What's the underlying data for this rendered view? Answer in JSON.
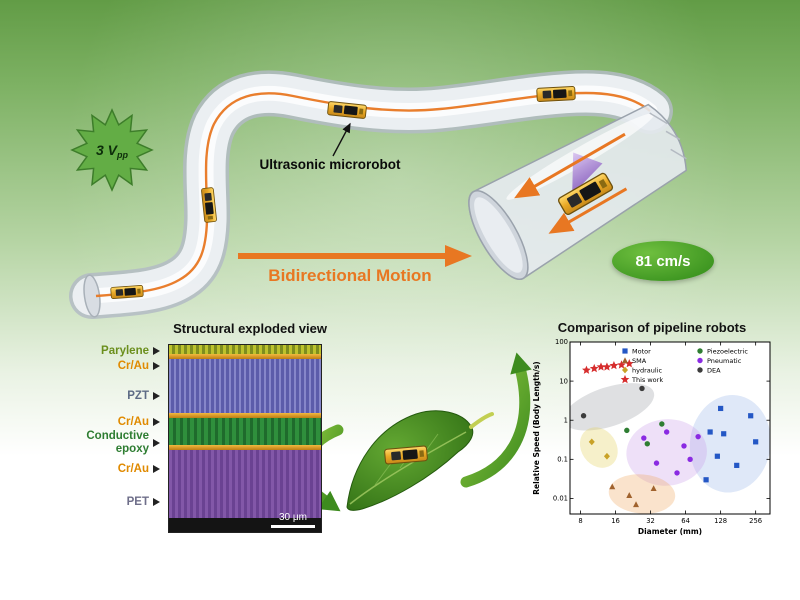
{
  "scene": {
    "voltage_main": "3 V",
    "voltage_sub": "pp",
    "microrobot_label": "Ultrasonic microrobot",
    "motion_label": "Bidirectional Motion",
    "speed_badge": "81 cm/s",
    "palette": {
      "accent_orange": "#e87722",
      "badge_green": "#3a9d23",
      "cycle_arrow_green": "#4e9a2e",
      "robot_gold": "#e8a825"
    }
  },
  "exploded_view": {
    "title": "Structural exploded view",
    "scale_bar": "30 μm",
    "labels": [
      {
        "text": "Parylene",
        "color": "#6b8f1d"
      },
      {
        "text": "Cr/Au",
        "color": "#e08a00"
      },
      {
        "text": "PZT",
        "color": "#5d6b85"
      },
      {
        "text": "Cr/Au",
        "color": "#e08a00"
      },
      {
        "text": "Conductive epoxy",
        "color": "#2e7d32"
      },
      {
        "text": "Cr/Au",
        "color": "#e08a00"
      },
      {
        "text": "PET",
        "color": "#6f6f8a"
      }
    ]
  },
  "chart_data": {
    "type": "scatter",
    "title": "Comparison of pipeline robots",
    "xlabel": "Diameter (mm)",
    "ylabel": "Relative Speed (Body Length/s)",
    "x_scale": "log2",
    "y_scale": "log10",
    "xlim": [
      6.5,
      340
    ],
    "ylim": [
      0.004,
      100
    ],
    "x_ticks": [
      8,
      16,
      32,
      64,
      128,
      256
    ],
    "y_ticks": [
      0.01,
      0.1,
      1,
      10,
      100
    ],
    "grid": false,
    "legend_position": "top-inside",
    "series": [
      {
        "name": "Motor",
        "marker": "square",
        "color": "#2457c5",
        "legend_col": 0,
        "points": [
          [
            128,
            2
          ],
          [
            232,
            1.3
          ],
          [
            104,
            0.5
          ],
          [
            136,
            0.45
          ],
          [
            120,
            0.12
          ],
          [
            176,
            0.07
          ],
          [
            256,
            0.28
          ],
          [
            96,
            0.03
          ]
        ]
      },
      {
        "name": "SMA",
        "marker": "triangle",
        "color": "#a0622d",
        "legend_col": 0,
        "points": [
          [
            15,
            0.02
          ],
          [
            24,
            0.007
          ],
          [
            34,
            0.018
          ],
          [
            21,
            0.012
          ]
        ]
      },
      {
        "name": "hydraulic",
        "marker": "diamond",
        "color": "#c9a227",
        "legend_col": 0,
        "points": [
          [
            10,
            0.28
          ],
          [
            13.5,
            0.12
          ]
        ]
      },
      {
        "name": "This work",
        "marker": "star",
        "color": "#d62d2d",
        "legend_col": 0,
        "points": [
          [
            9,
            19
          ],
          [
            10.5,
            21
          ],
          [
            12,
            23
          ],
          [
            13.5,
            23
          ],
          [
            15.5,
            25
          ],
          [
            18,
            26
          ],
          [
            21,
            28
          ]
        ]
      },
      {
        "name": "Piezoelectric",
        "marker": "circle",
        "color": "#2e7d32",
        "legend_col": 1,
        "points": [
          [
            20,
            0.55
          ],
          [
            40,
            0.8
          ],
          [
            30,
            0.25
          ]
        ]
      },
      {
        "name": "Pneumatic",
        "marker": "circle",
        "color": "#8a2be2",
        "legend_col": 1,
        "points": [
          [
            28,
            0.35
          ],
          [
            44,
            0.5
          ],
          [
            62,
            0.22
          ],
          [
            82,
            0.38
          ],
          [
            36,
            0.08
          ],
          [
            54,
            0.045
          ],
          [
            70,
            0.1
          ]
        ]
      },
      {
        "name": "DEA",
        "marker": "circle",
        "color": "#3c3c3c",
        "legend_col": 1,
        "points": [
          [
            8.5,
            1.3
          ],
          [
            27,
            6.5
          ]
        ]
      }
    ],
    "regions": [
      {
        "label": "dea-band",
        "cx": 14,
        "cy": 2.2,
        "rx_oct": 1.35,
        "ry_dec": 0.5,
        "rot": -18,
        "color": "#9aa0a6"
      },
      {
        "label": "motor-cluster",
        "cx": 155,
        "cy": 0.25,
        "rx_oct": 1.15,
        "ry_dec": 1.25,
        "rot": 8,
        "color": "#9ab8e8"
      },
      {
        "label": "pneumatic-cluster",
        "cx": 44,
        "cy": 0.15,
        "rx_oct": 1.15,
        "ry_dec": 0.85,
        "rot": -5,
        "color": "#c9a0e8"
      },
      {
        "label": "sma-cluster",
        "cx": 27,
        "cy": 0.013,
        "rx_oct": 0.95,
        "ry_dec": 0.5,
        "rot": 5,
        "color": "#f0a860"
      },
      {
        "label": "hydraulic-cluster",
        "cx": 11.5,
        "cy": 0.2,
        "rx_oct": 0.5,
        "ry_dec": 0.55,
        "rot": -35,
        "color": "#e3cf5a"
      }
    ]
  }
}
